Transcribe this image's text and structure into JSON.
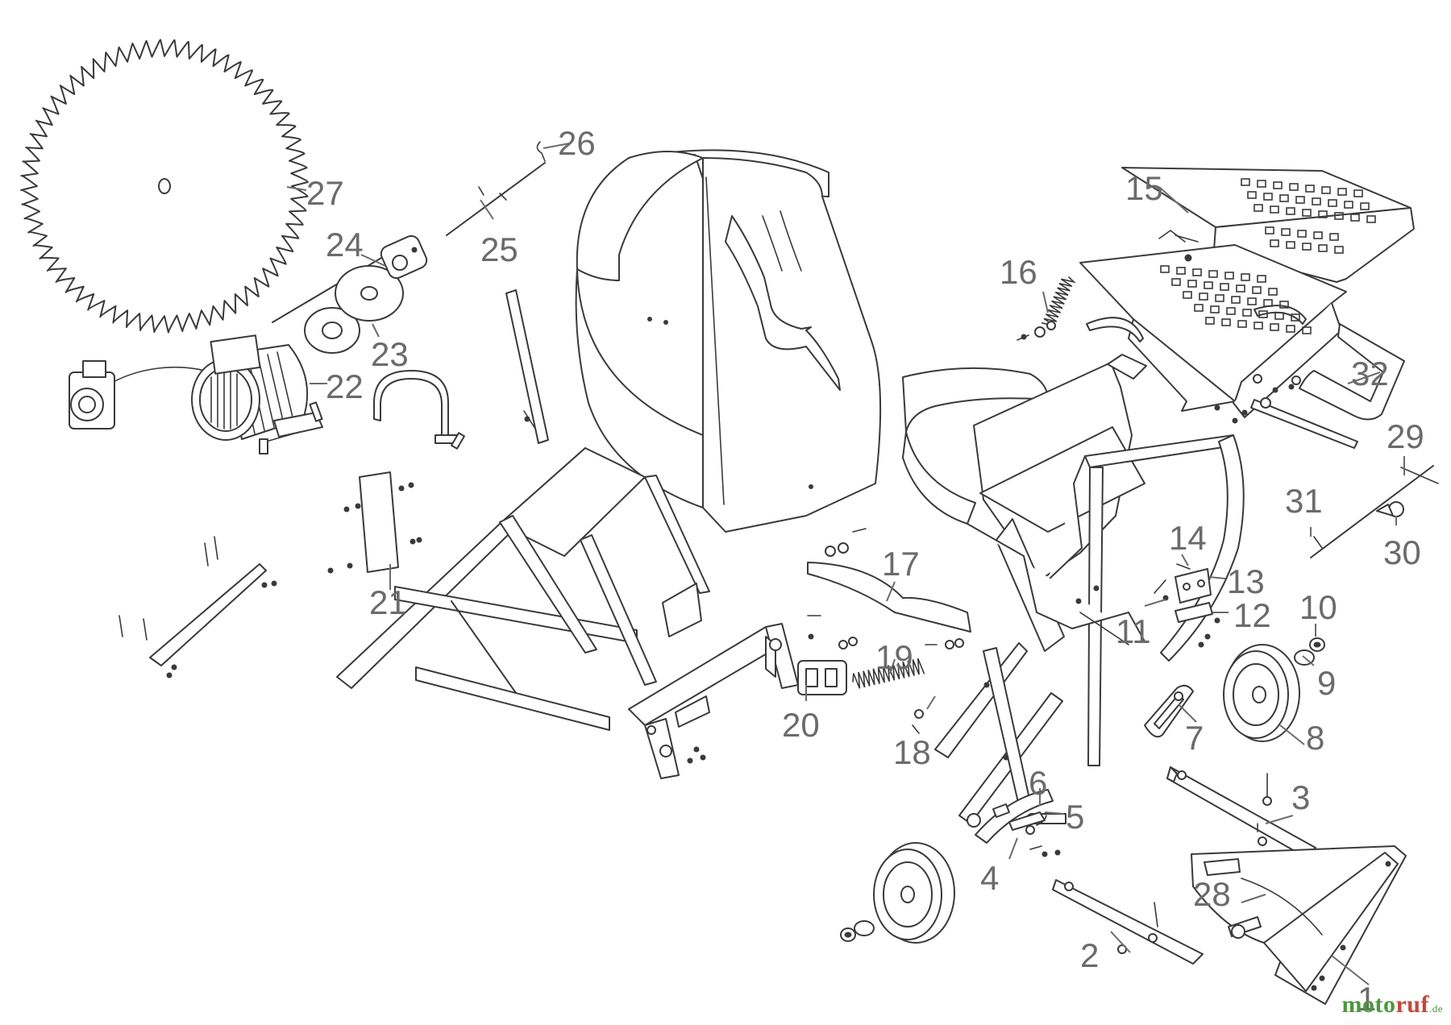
{
  "callouts": [
    "1",
    "2",
    "3",
    "4",
    "5",
    "6",
    "7",
    "8",
    "9",
    "10",
    "11",
    "12",
    "13",
    "14",
    "15",
    "16",
    "17",
    "18",
    "19",
    "20",
    "21",
    "22",
    "23",
    "24",
    "25",
    "26",
    "27",
    "28",
    "29",
    "30",
    "31",
    "32"
  ],
  "watermark": {
    "part_a": "moto",
    "part_b": "ruf",
    "tld": ".de"
  },
  "colors": {
    "line": "#3a3a3a",
    "callout": "#6b6b6b",
    "watermark_green": "#4a9a3a",
    "watermark_red": "#c8453a"
  }
}
